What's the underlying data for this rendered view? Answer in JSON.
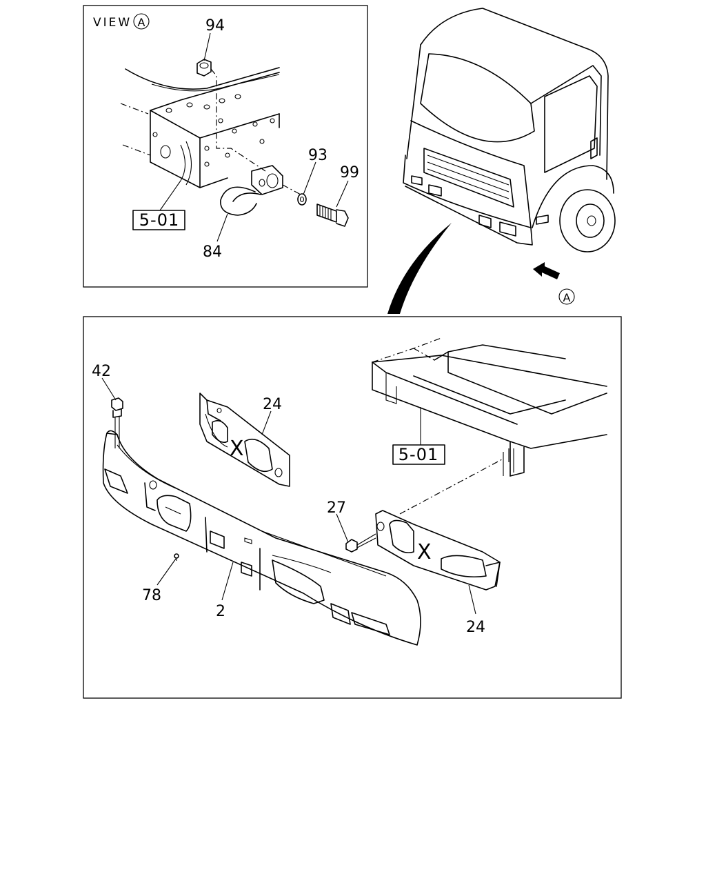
{
  "view": {
    "title": "VIEW",
    "marker": "A"
  },
  "callout": {
    "marker": "A"
  },
  "refs": {
    "upper": "5-01",
    "lower": "5-01"
  },
  "parts": {
    "p94": "94",
    "p93": "93",
    "p99": "99",
    "p84": "84",
    "p42": "42",
    "p24a": "24",
    "p27": "27",
    "p24b": "24",
    "p78": "78",
    "p2": "2"
  }
}
